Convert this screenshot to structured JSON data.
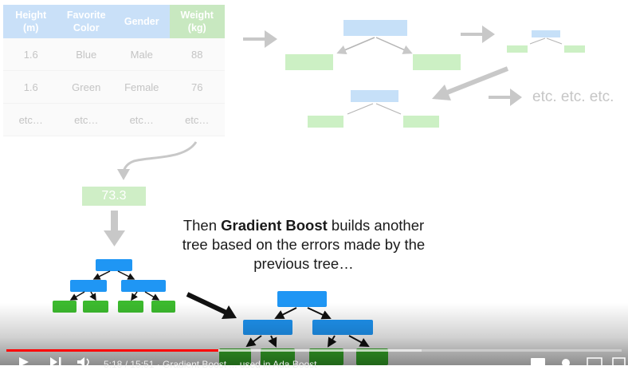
{
  "table": {
    "headers": [
      "Height\n(m)",
      "Favorite\nColor",
      "Gender",
      "Weight\n(kg)"
    ],
    "header_lines": [
      [
        "Height",
        "(m)"
      ],
      [
        "Favorite",
        "Color"
      ],
      [
        "Gender"
      ],
      [
        "Weight",
        "(kg)"
      ]
    ],
    "rows": [
      [
        "1.6",
        "Blue",
        "Male",
        "88"
      ],
      [
        "1.6",
        "Green",
        "Female",
        "76"
      ],
      [
        "etc…",
        "etc…",
        "etc…",
        "etc…"
      ]
    ]
  },
  "etc_label": "etc. etc. etc.",
  "first_value": "73.3",
  "caption": {
    "before": "Then ",
    "bold": "Gradient Boost",
    "after": " builds another tree based on the errors made by the previous tree…"
  },
  "player": {
    "progress_fraction": 0.345,
    "time_text": "5:18 / 15:51 · Gradient Boost ... used in Ada Boost"
  },
  "colors": {
    "blue_node": "#1f96f4",
    "green_leaf": "#3cba2e",
    "faded_blue": "#c6e0f8",
    "faded_green": "#ccf0c4",
    "arrow_grey": "#c8c8c8",
    "progress_red": "#ff0000"
  },
  "icons": [
    "arrow-right-icon",
    "curved-arrow-icon",
    "arrow-down-icon",
    "play-icon",
    "next-icon",
    "volume-icon",
    "subtitles-icon",
    "settings-icon",
    "miniplayer-icon",
    "fullscreen-icon"
  ]
}
